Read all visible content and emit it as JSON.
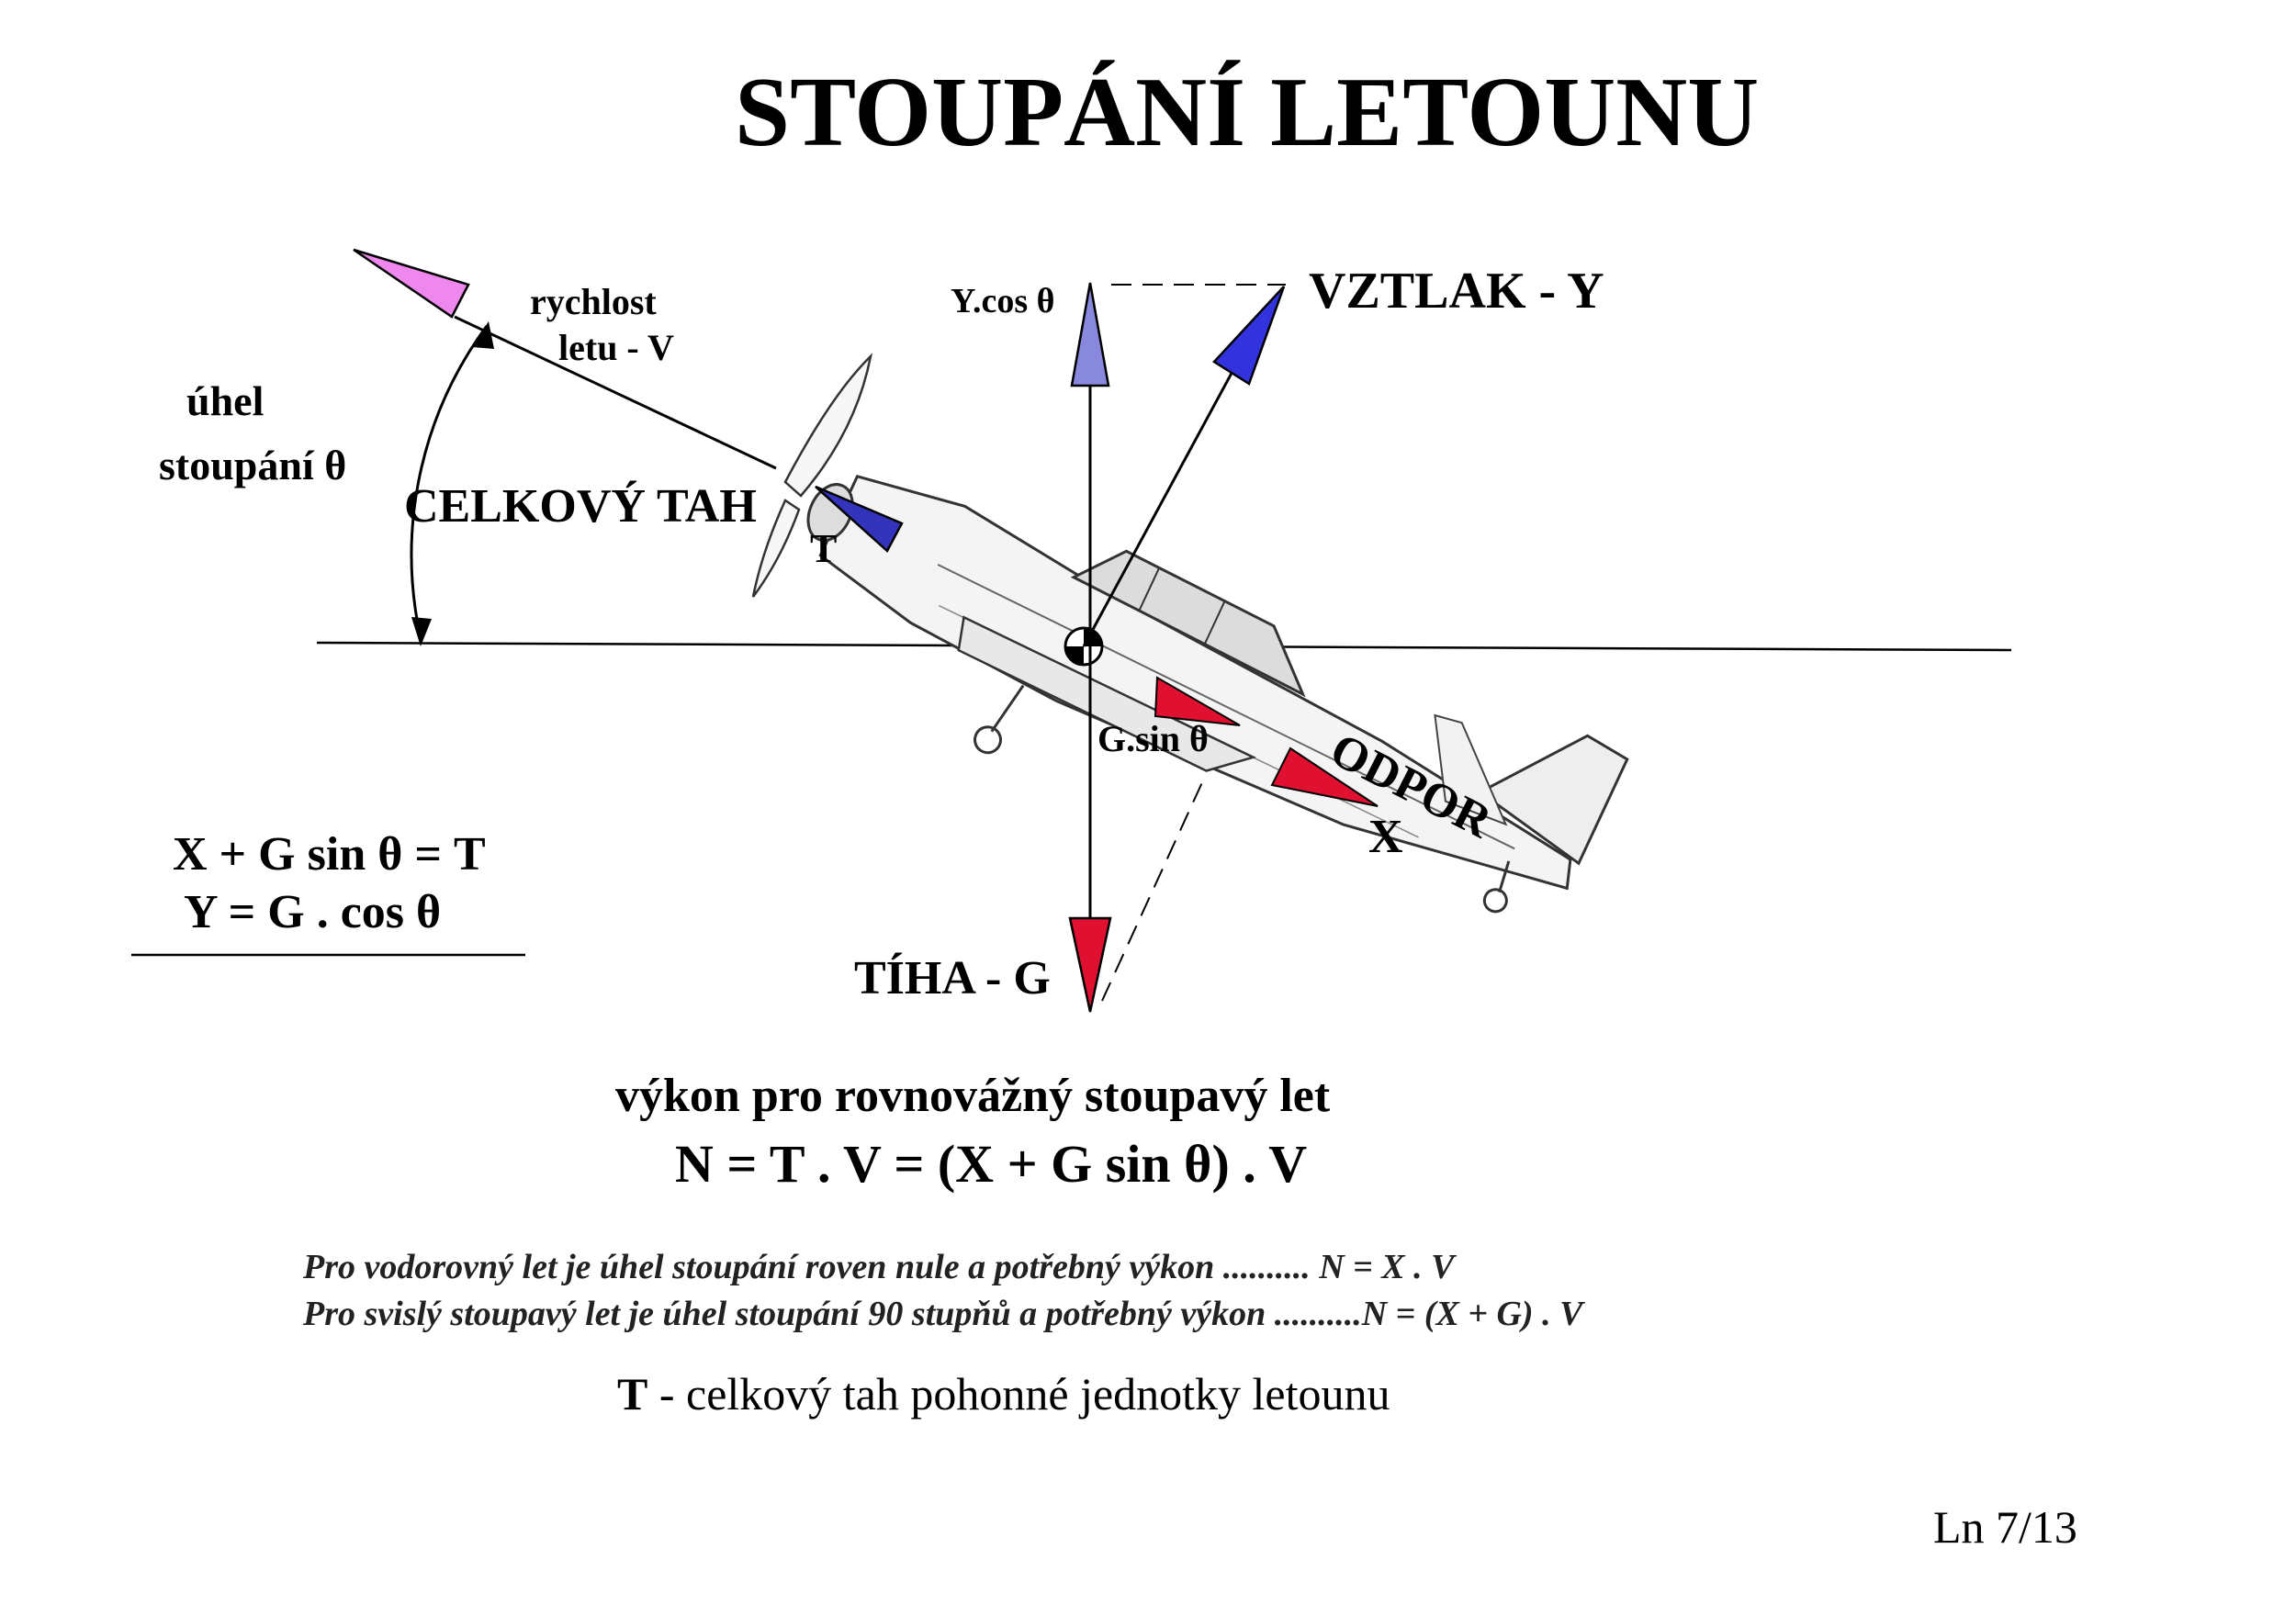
{
  "title": "STOUPÁNÍ  LETOUNU",
  "labels": {
    "velocity_line1": "rychlost",
    "velocity_line2": "letu - V",
    "angle_line1": "úhel",
    "angle_line2": "stoupání  θ",
    "thrust": "CELKOVÝ TAH",
    "thrust_symbol": "T",
    "lift_component": "Y.cos θ",
    "lift": "VZTLAK  - Y",
    "weight_component": "G.sin θ",
    "drag_word": "ODPOR",
    "drag_symbol": "X",
    "weight": "TÍHA - G"
  },
  "equations": {
    "eq1": "X + G sin θ = T",
    "eq2": "Y = G . cos θ"
  },
  "power": {
    "heading": "výkon pro rovnovážný stoupavý let",
    "formula": "N = T . V = (X + G sin θ) . V"
  },
  "notes": {
    "horizontal": "Pro vodorovný let je úhel stoupání roven nule a potřebný výkon .......... N = X . V",
    "vertical": "Pro svislý stoupavý let je úhel stoupání 90 stupňů a potřebný výkon ..........N = (X + G) . V"
  },
  "legend": {
    "symbol": "T",
    "text": " - celkový tah pohonné jednotky letounu"
  },
  "page_label": "Ln 7/13",
  "colors": {
    "velocity_arrow": "#ee88ee",
    "lift_arrow": "#3333dd",
    "lift_component_arrow": "#8888dd",
    "thrust_arrow": "#3333bb",
    "weight_arrow": "#e01030",
    "drag_arrow": "#e01030",
    "line": "#000000"
  }
}
